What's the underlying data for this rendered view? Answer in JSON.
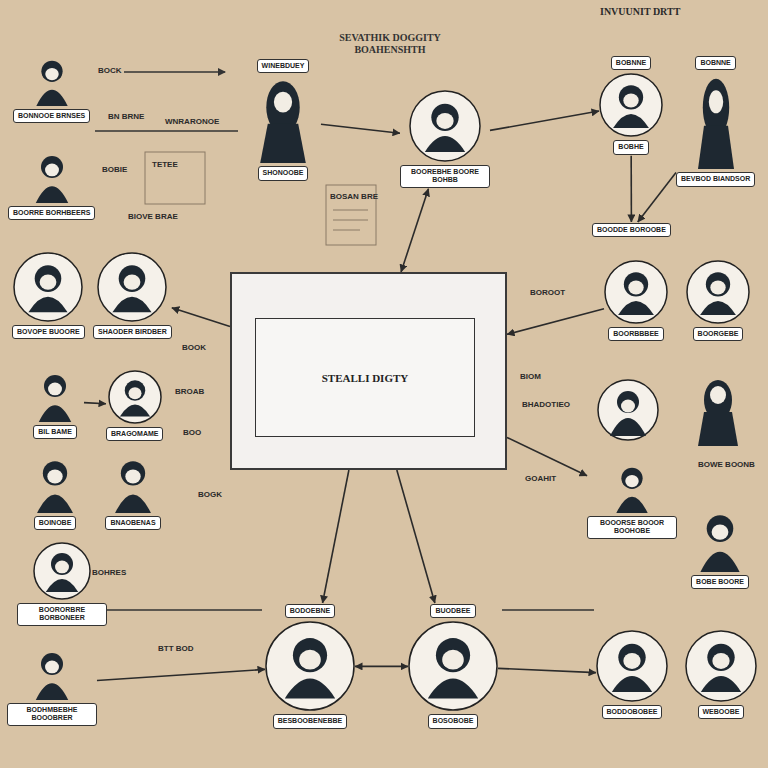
{
  "diagram": {
    "title": "SEVATHIK DOGGITY BOAHENSHTH",
    "nodes": [
      {
        "text": [
          "STEALLI DIGTY"
        ]
      },
      {
        "text": [
          "BONNOOE BRNSES"
        ]
      },
      {
        "text": [
          "BOORRE BORHBEERS"
        ]
      },
      {
        "text": [
          "BOVOPE BUOORE"
        ]
      },
      {
        "text": [
          "SHAODER BIRDBER"
        ]
      },
      {
        "text": [
          "BIL BAME"
        ]
      },
      {
        "text": [
          "BRAGOMAME"
        ]
      },
      {
        "text": [
          "BOINOBE"
        ]
      },
      {
        "text": [
          "BNAOBENAS"
        ]
      },
      {
        "text": [
          "BOORORBRE BORBONEER"
        ]
      },
      {
        "text": [
          "BODHMBEBHE BOOOBRER"
        ]
      },
      {
        "text": [
          "WINEBDUEY",
          "SHONOOBE"
        ]
      },
      {
        "text": [
          "BOOREBHE BOORE BOHBB"
        ]
      },
      {
        "text": [
          "BOBNNE",
          "BOBHE"
        ]
      },
      {
        "text": [
          "BOBNNE",
          "BEVBOD BIANDSOR"
        ]
      },
      {
        "text": [
          "BOODDE BOROOBE"
        ]
      },
      {
        "text": [
          "BOORBBBEE"
        ]
      },
      {
        "text": [
          "BOORGEBE"
        ]
      },
      {
        "text": [
          "BOOORSE BOOOR BOOHOBE"
        ]
      },
      {
        "text": [
          "BOBE BOORE"
        ]
      },
      {
        "text": [
          "BODDOBOBEE"
        ]
      },
      {
        "text": [
          "WEBOOBE"
        ]
      },
      {
        "text": [
          "BODOEBNE",
          "BESBOOBENEBBE"
        ]
      },
      {
        "text": [
          "BUODBEE",
          "BOSOBOBE"
        ]
      }
    ],
    "edges": [
      {
        "from": 11,
        "to": 12,
        "arrow": "to"
      },
      {
        "from": 12,
        "to": 13,
        "arrow": "to"
      },
      {
        "from": 13,
        "to": 15,
        "arrow": "to"
      },
      {
        "from": 14,
        "to": 15,
        "arrow": "to"
      },
      {
        "from": 16,
        "to": 0,
        "arrow": "to"
      },
      {
        "from": 0,
        "to": 18,
        "arrow": "to"
      },
      {
        "from": 0,
        "to": 4,
        "arrow": "to"
      },
      {
        "from": 5,
        "to": 6,
        "arrow": "to"
      },
      {
        "from": 12,
        "to": 0,
        "arrow": "both"
      },
      {
        "from": 0,
        "to": 22,
        "arrow": "to"
      },
      {
        "from": 0,
        "to": 23,
        "arrow": "to"
      },
      {
        "from": 22,
        "to": 23,
        "arrow": "both"
      },
      {
        "from": 23,
        "to": 20,
        "arrow": "to"
      },
      {
        "from": 10,
        "to": 22,
        "arrow": "to"
      }
    ],
    "labels": [
      "BOCK",
      "BOBIE",
      "BN BRNE",
      "WNRARONOE",
      "TETEE",
      "BIOVE BRAE",
      "BOSAN BRE",
      "BOOK",
      "BROAB",
      "BOO",
      "BOGK",
      "BOROOT",
      "BIOM",
      "BHADOTIEO",
      "GOAHIT",
      "BOWE BOONB",
      "BOHRES",
      "BTT BOD",
      "INVUUNIT DRTT"
    ]
  }
}
